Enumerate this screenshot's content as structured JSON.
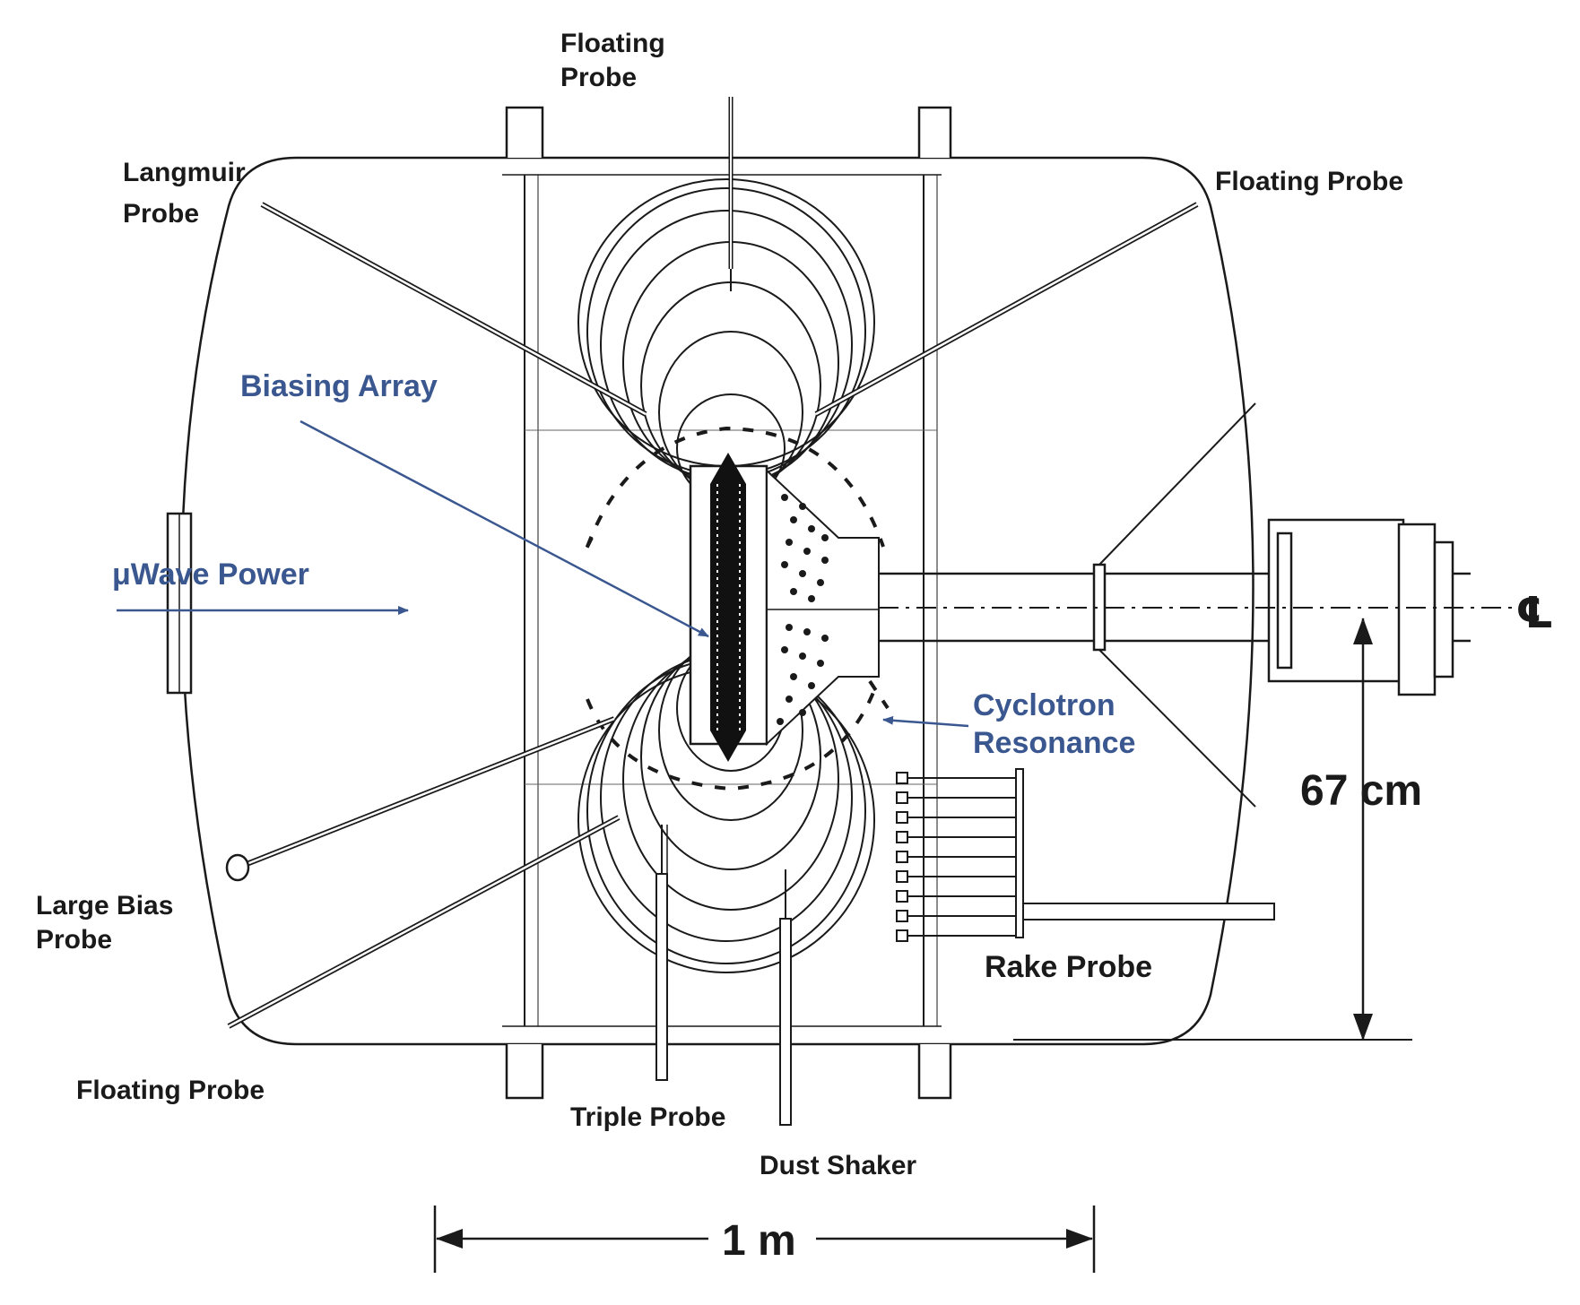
{
  "labels": {
    "floating_probe_top_1": "Floating",
    "floating_probe_top_2": "Probe",
    "langmuir_1": "Langmuir",
    "langmuir_2": "Probe",
    "floating_probe_right": "Floating Probe",
    "biasing_array": "Biasing Array",
    "uwave_power": "μWave Power",
    "cyclotron_1": "Cyclotron",
    "cyclotron_2": "Resonance",
    "dim_67": "67 cm",
    "centerline": "℄",
    "large_bias_1": "Large Bias",
    "large_bias_2": "Probe",
    "rake_probe": "Rake Probe",
    "floating_probe_bottom": "Floating Probe",
    "triple_probe": "Triple Probe",
    "dust_shaker": "Dust Shaker",
    "dim_1m": "1 m"
  },
  "colors": {
    "line": "#1a1a1a",
    "accent_blue": "#3a5790"
  }
}
